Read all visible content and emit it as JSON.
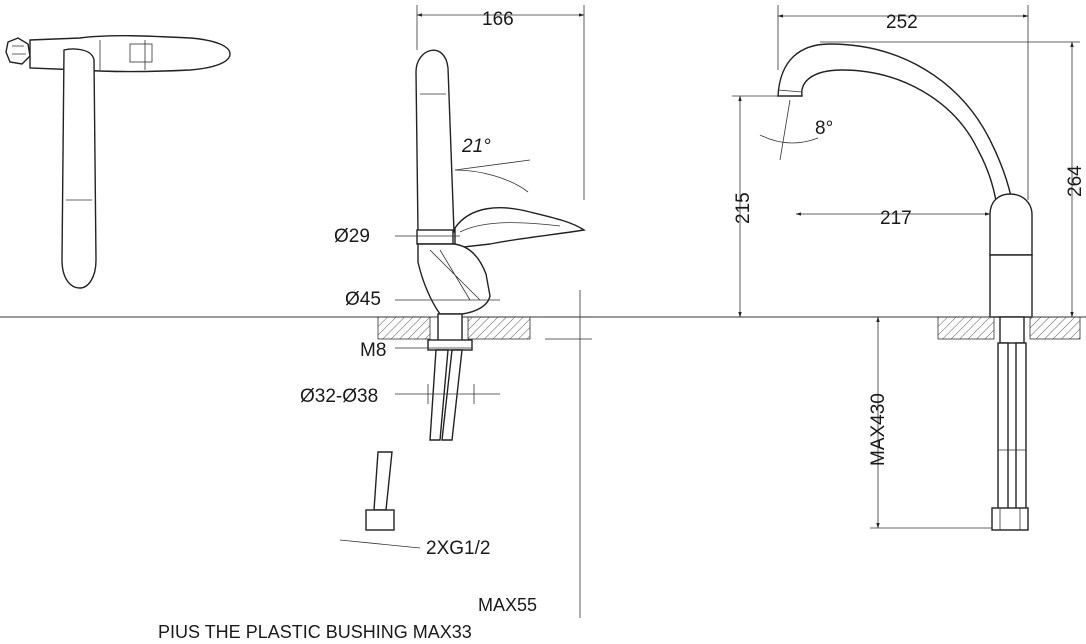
{
  "dimensions": {
    "width_top": "166",
    "angle_handle": "21°",
    "dia_spout": "Ø29",
    "dia_base": "Ø45",
    "thread": "M8",
    "hole_range": "Ø32-Ø38",
    "connector": "2XG1/2",
    "reach": "252",
    "spout_angle": "8°",
    "outlet_height": "215",
    "inner_reach": "217",
    "total_height": "264",
    "hose_length": "MAX430"
  },
  "notes": {
    "max_thickness": "MAX55",
    "bushing_note": "PIUS THE PLASTIC BUSHING MAX33"
  }
}
